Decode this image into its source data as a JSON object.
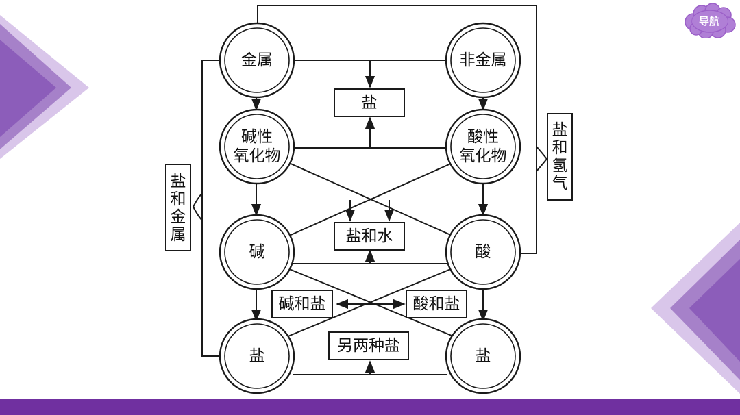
{
  "nav": {
    "label": "导航"
  },
  "colors": {
    "accent": "#7030a0",
    "light_accent": "#d9c6ea",
    "mid_accent": "#a681c9"
  },
  "nodes": {
    "metal": "金属",
    "nonmetal": "非金属",
    "basic_oxide_1": "碱性",
    "basic_oxide_2": "氧化物",
    "acidic_oxide_1": "酸性",
    "acidic_oxide_2": "氧化物",
    "base": "碱",
    "acid": "酸",
    "salt_left": "盐",
    "salt_right": "盐"
  },
  "boxes": {
    "salt": "盐",
    "salt_water": "盐和水",
    "base_salt": "碱和盐",
    "acid_salt": "酸和盐",
    "two_other_salts": "另两种盐"
  },
  "side_labels": {
    "left": [
      "盐",
      "和",
      "金",
      "属"
    ],
    "right": [
      "盐",
      "和",
      "氢",
      "气"
    ]
  }
}
